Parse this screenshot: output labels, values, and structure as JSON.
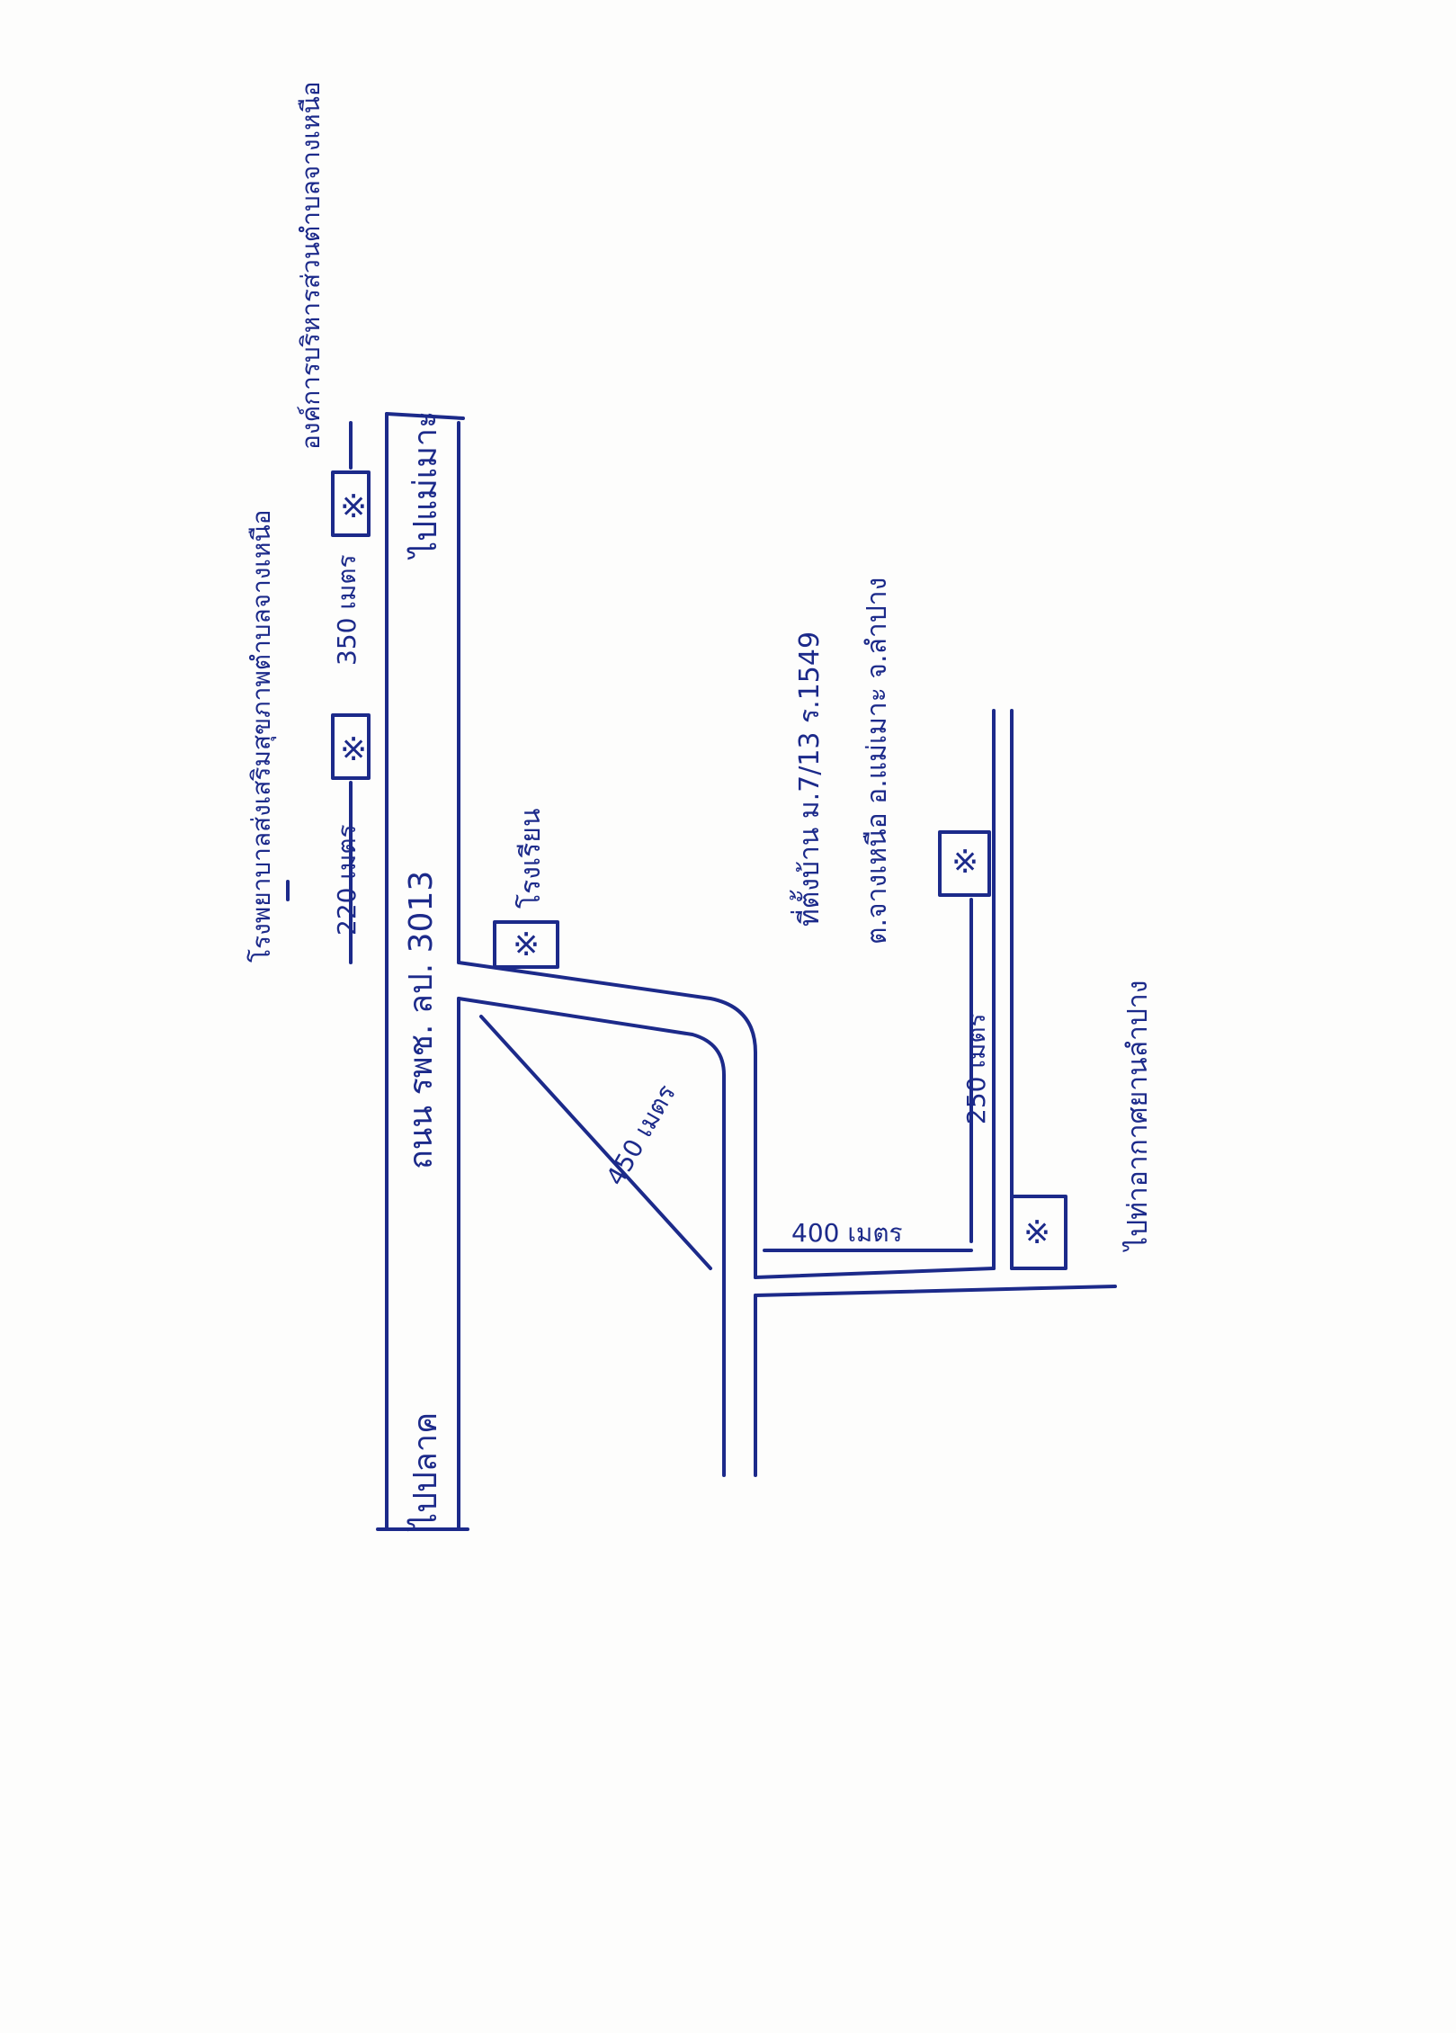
{
  "labels": {
    "main_road": "ถนน รพช. ลป. 3013",
    "to_pla_tha": "ไปปลาค",
    "to_mae_moh": "ไปแม่เมาะ",
    "school": "โรงเรียน",
    "temple_north": "โรงพยาบาลส่งเสริมสุขภาพตำบลจางเหนือ",
    "sub_district_office": "องค์การบริหารส่วนตำบลจางเหนือ",
    "dist_220": "220 เมตร",
    "dist_350": "350 เมตร",
    "dist_450": "450 เมตร",
    "dist_400": "400 เมตร",
    "dist_250": "250 เมตร",
    "address_line1": "ที่ตั้งบ้าน ม.7/13 ร.1549",
    "address_line2": "ต.จางเหนือ อ.แม่เมาะ จ.ลำปาง",
    "to_airport": "ไปท่าอากาศยานลำปาง",
    "mark": "※"
  },
  "colors": {
    "ink": "#1c2a8a",
    "paper": "#fdfdfc"
  }
}
